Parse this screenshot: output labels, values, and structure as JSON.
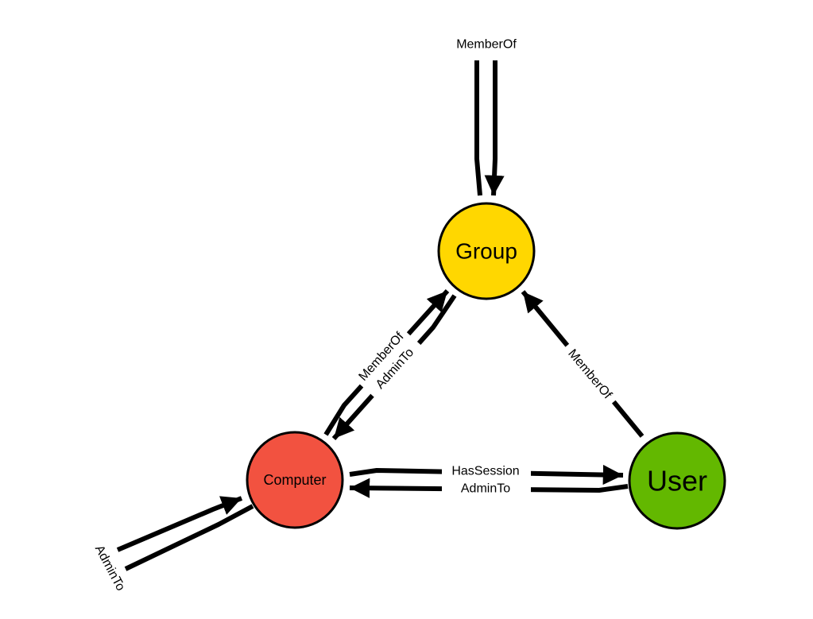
{
  "nodes": {
    "group": {
      "label": "Group",
      "color": "#ffd700"
    },
    "computer": {
      "label": "Computer",
      "color": "#f25240"
    },
    "user": {
      "label": "User",
      "color": "#63b800"
    }
  },
  "edges": {
    "incoming_group": {
      "label": "MemberOf",
      "from": "external",
      "to": "Group"
    },
    "computer_to_group": {
      "label": "MemberOf",
      "from": "Computer",
      "to": "Group"
    },
    "group_to_computer": {
      "label": "AdminTo",
      "from": "Group",
      "to": "Computer"
    },
    "user_to_group": {
      "label": "MemberOf",
      "from": "User",
      "to": "Group"
    },
    "computer_to_user": {
      "label": "HasSession",
      "from": "Computer",
      "to": "User"
    },
    "user_to_computer": {
      "label": "AdminTo",
      "from": "User",
      "to": "Computer"
    },
    "incoming_computer": {
      "label": "AdminTo",
      "from": "external",
      "to": "Computer"
    }
  }
}
